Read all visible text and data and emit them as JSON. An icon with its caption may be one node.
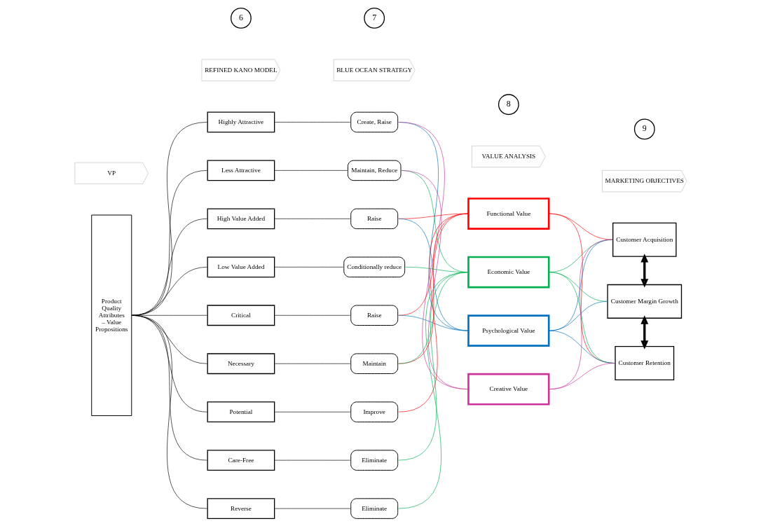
{
  "diagram": {
    "nodes": [
      {
        "text": [
          "VP"
        ]
      },
      {
        "text": [
          "REFINED KANO MODEL"
        ]
      },
      {
        "text": [
          "BLUE OCEAN STRATEGY"
        ]
      },
      {
        "text": [
          "VALUE ANALYSIS"
        ]
      },
      {
        "text": [
          "MARKETING OBJECTIVES"
        ]
      },
      {
        "text": [
          "6"
        ]
      },
      {
        "text": [
          "7"
        ]
      },
      {
        "text": [
          "8"
        ]
      },
      {
        "text": [
          "9"
        ]
      },
      {
        "text": [
          "Product Quality Attributes – Value Propositions"
        ]
      },
      {
        "text": [
          "Highly Attractive"
        ]
      },
      {
        "text": [
          "Less Attractive"
        ]
      },
      {
        "text": [
          "High Value Added"
        ]
      },
      {
        "text": [
          "Low Value Added"
        ]
      },
      {
        "text": [
          "Critical"
        ]
      },
      {
        "text": [
          "Necessary"
        ]
      },
      {
        "text": [
          "Potential"
        ]
      },
      {
        "text": [
          "Care-Free"
        ]
      },
      {
        "text": [
          "Reverse"
        ]
      },
      {
        "text": [
          "Create, Raise"
        ]
      },
      {
        "text": [
          "Maintain, Reduce"
        ]
      },
      {
        "text": [
          "Raise"
        ]
      },
      {
        "text": [
          "Conditionally reduce"
        ]
      },
      {
        "text": [
          "Raise"
        ]
      },
      {
        "text": [
          "Maintain"
        ]
      },
      {
        "text": [
          "Improve"
        ]
      },
      {
        "text": [
          "Eliminate"
        ]
      },
      {
        "text": [
          "Eliminate"
        ]
      },
      {
        "text": [
          "Functional Value"
        ]
      },
      {
        "text": [
          "Economic Value"
        ]
      },
      {
        "text": [
          "Psychological Value"
        ]
      },
      {
        "text": [
          "Creative Value"
        ]
      },
      {
        "text": [
          "Customer Acquisition"
        ]
      },
      {
        "text": [
          "Customer Margin Growth"
        ]
      },
      {
        "text": [
          "Customer Retention"
        ]
      }
    ],
    "edges": [
      {
        "from": 9,
        "to": 10,
        "arrow": "none"
      },
      {
        "from": 9,
        "to": 11,
        "arrow": "none"
      },
      {
        "from": 9,
        "to": 12,
        "arrow": "none"
      },
      {
        "from": 9,
        "to": 13,
        "arrow": "none"
      },
      {
        "from": 9,
        "to": 14,
        "arrow": "none"
      },
      {
        "from": 9,
        "to": 15,
        "arrow": "none"
      },
      {
        "from": 9,
        "to": 16,
        "arrow": "none"
      },
      {
        "from": 9,
        "to": 17,
        "arrow": "none"
      },
      {
        "from": 9,
        "to": 18,
        "arrow": "none"
      },
      {
        "from": 10,
        "to": 19,
        "arrow": "none"
      },
      {
        "from": 11,
        "to": 20,
        "arrow": "none"
      },
      {
        "from": 12,
        "to": 21,
        "arrow": "none"
      },
      {
        "from": 13,
        "to": 22,
        "arrow": "none"
      },
      {
        "from": 14,
        "to": 23,
        "arrow": "none"
      },
      {
        "from": 15,
        "to": 24,
        "arrow": "none"
      },
      {
        "from": 16,
        "to": 25,
        "arrow": "none"
      },
      {
        "from": 17,
        "to": 26,
        "arrow": "none"
      },
      {
        "from": 18,
        "to": 27,
        "arrow": "none"
      },
      {
        "from": 19,
        "to": 30,
        "arrow": "none",
        "color": "#0070c0"
      },
      {
        "from": 19,
        "to": 31,
        "arrow": "none",
        "color": "#cc3399"
      },
      {
        "from": 20,
        "to": 29,
        "arrow": "none",
        "color": "#00b050"
      },
      {
        "from": 20,
        "to": 31,
        "arrow": "none",
        "color": "#cc3399"
      },
      {
        "from": 21,
        "to": 28,
        "arrow": "none",
        "color": "#ff0000"
      },
      {
        "from": 21,
        "to": 30,
        "arrow": "none",
        "color": "#0070c0"
      },
      {
        "from": 22,
        "to": 29,
        "arrow": "none",
        "color": "#00b050"
      },
      {
        "from": 23,
        "to": 28,
        "arrow": "none",
        "color": "#ff0000"
      },
      {
        "from": 23,
        "to": 30,
        "arrow": "none",
        "color": "#0070c0"
      },
      {
        "from": 24,
        "to": 28,
        "arrow": "none",
        "color": "#ff0000"
      },
      {
        "from": 24,
        "to": 29,
        "arrow": "none",
        "color": "#00b050"
      },
      {
        "from": 25,
        "to": 28,
        "arrow": "none",
        "color": "#ff0000"
      },
      {
        "from": 26,
        "to": 29,
        "arrow": "none",
        "color": "#00b050"
      },
      {
        "from": 27,
        "to": 29,
        "arrow": "none",
        "color": "#00b050"
      },
      {
        "from": 28,
        "to": 32,
        "arrow": "none",
        "color": "#ff0000"
      },
      {
        "from": 28,
        "to": 34,
        "arrow": "none",
        "color": "#ff0000"
      },
      {
        "from": 29,
        "to": 32,
        "arrow": "none",
        "color": "#00b050"
      },
      {
        "from": 29,
        "to": 33,
        "arrow": "none",
        "color": "#00b050"
      },
      {
        "from": 29,
        "to": 34,
        "arrow": "none",
        "color": "#00b050"
      },
      {
        "from": 30,
        "to": 32,
        "arrow": "none",
        "color": "#0070c0"
      },
      {
        "from": 30,
        "to": 33,
        "arrow": "none",
        "color": "#0070c0"
      },
      {
        "from": 30,
        "to": 34,
        "arrow": "none",
        "color": "#0070c0"
      },
      {
        "from": 31,
        "to": 32,
        "arrow": "none",
        "color": "#cc3399"
      },
      {
        "from": 31,
        "to": 34,
        "arrow": "none",
        "color": "#cc3399"
      },
      {
        "from": 32,
        "to": 33,
        "arrow": "both",
        "style": "thick"
      },
      {
        "from": 33,
        "to": 34,
        "arrow": "both",
        "style": "thick"
      }
    ]
  }
}
